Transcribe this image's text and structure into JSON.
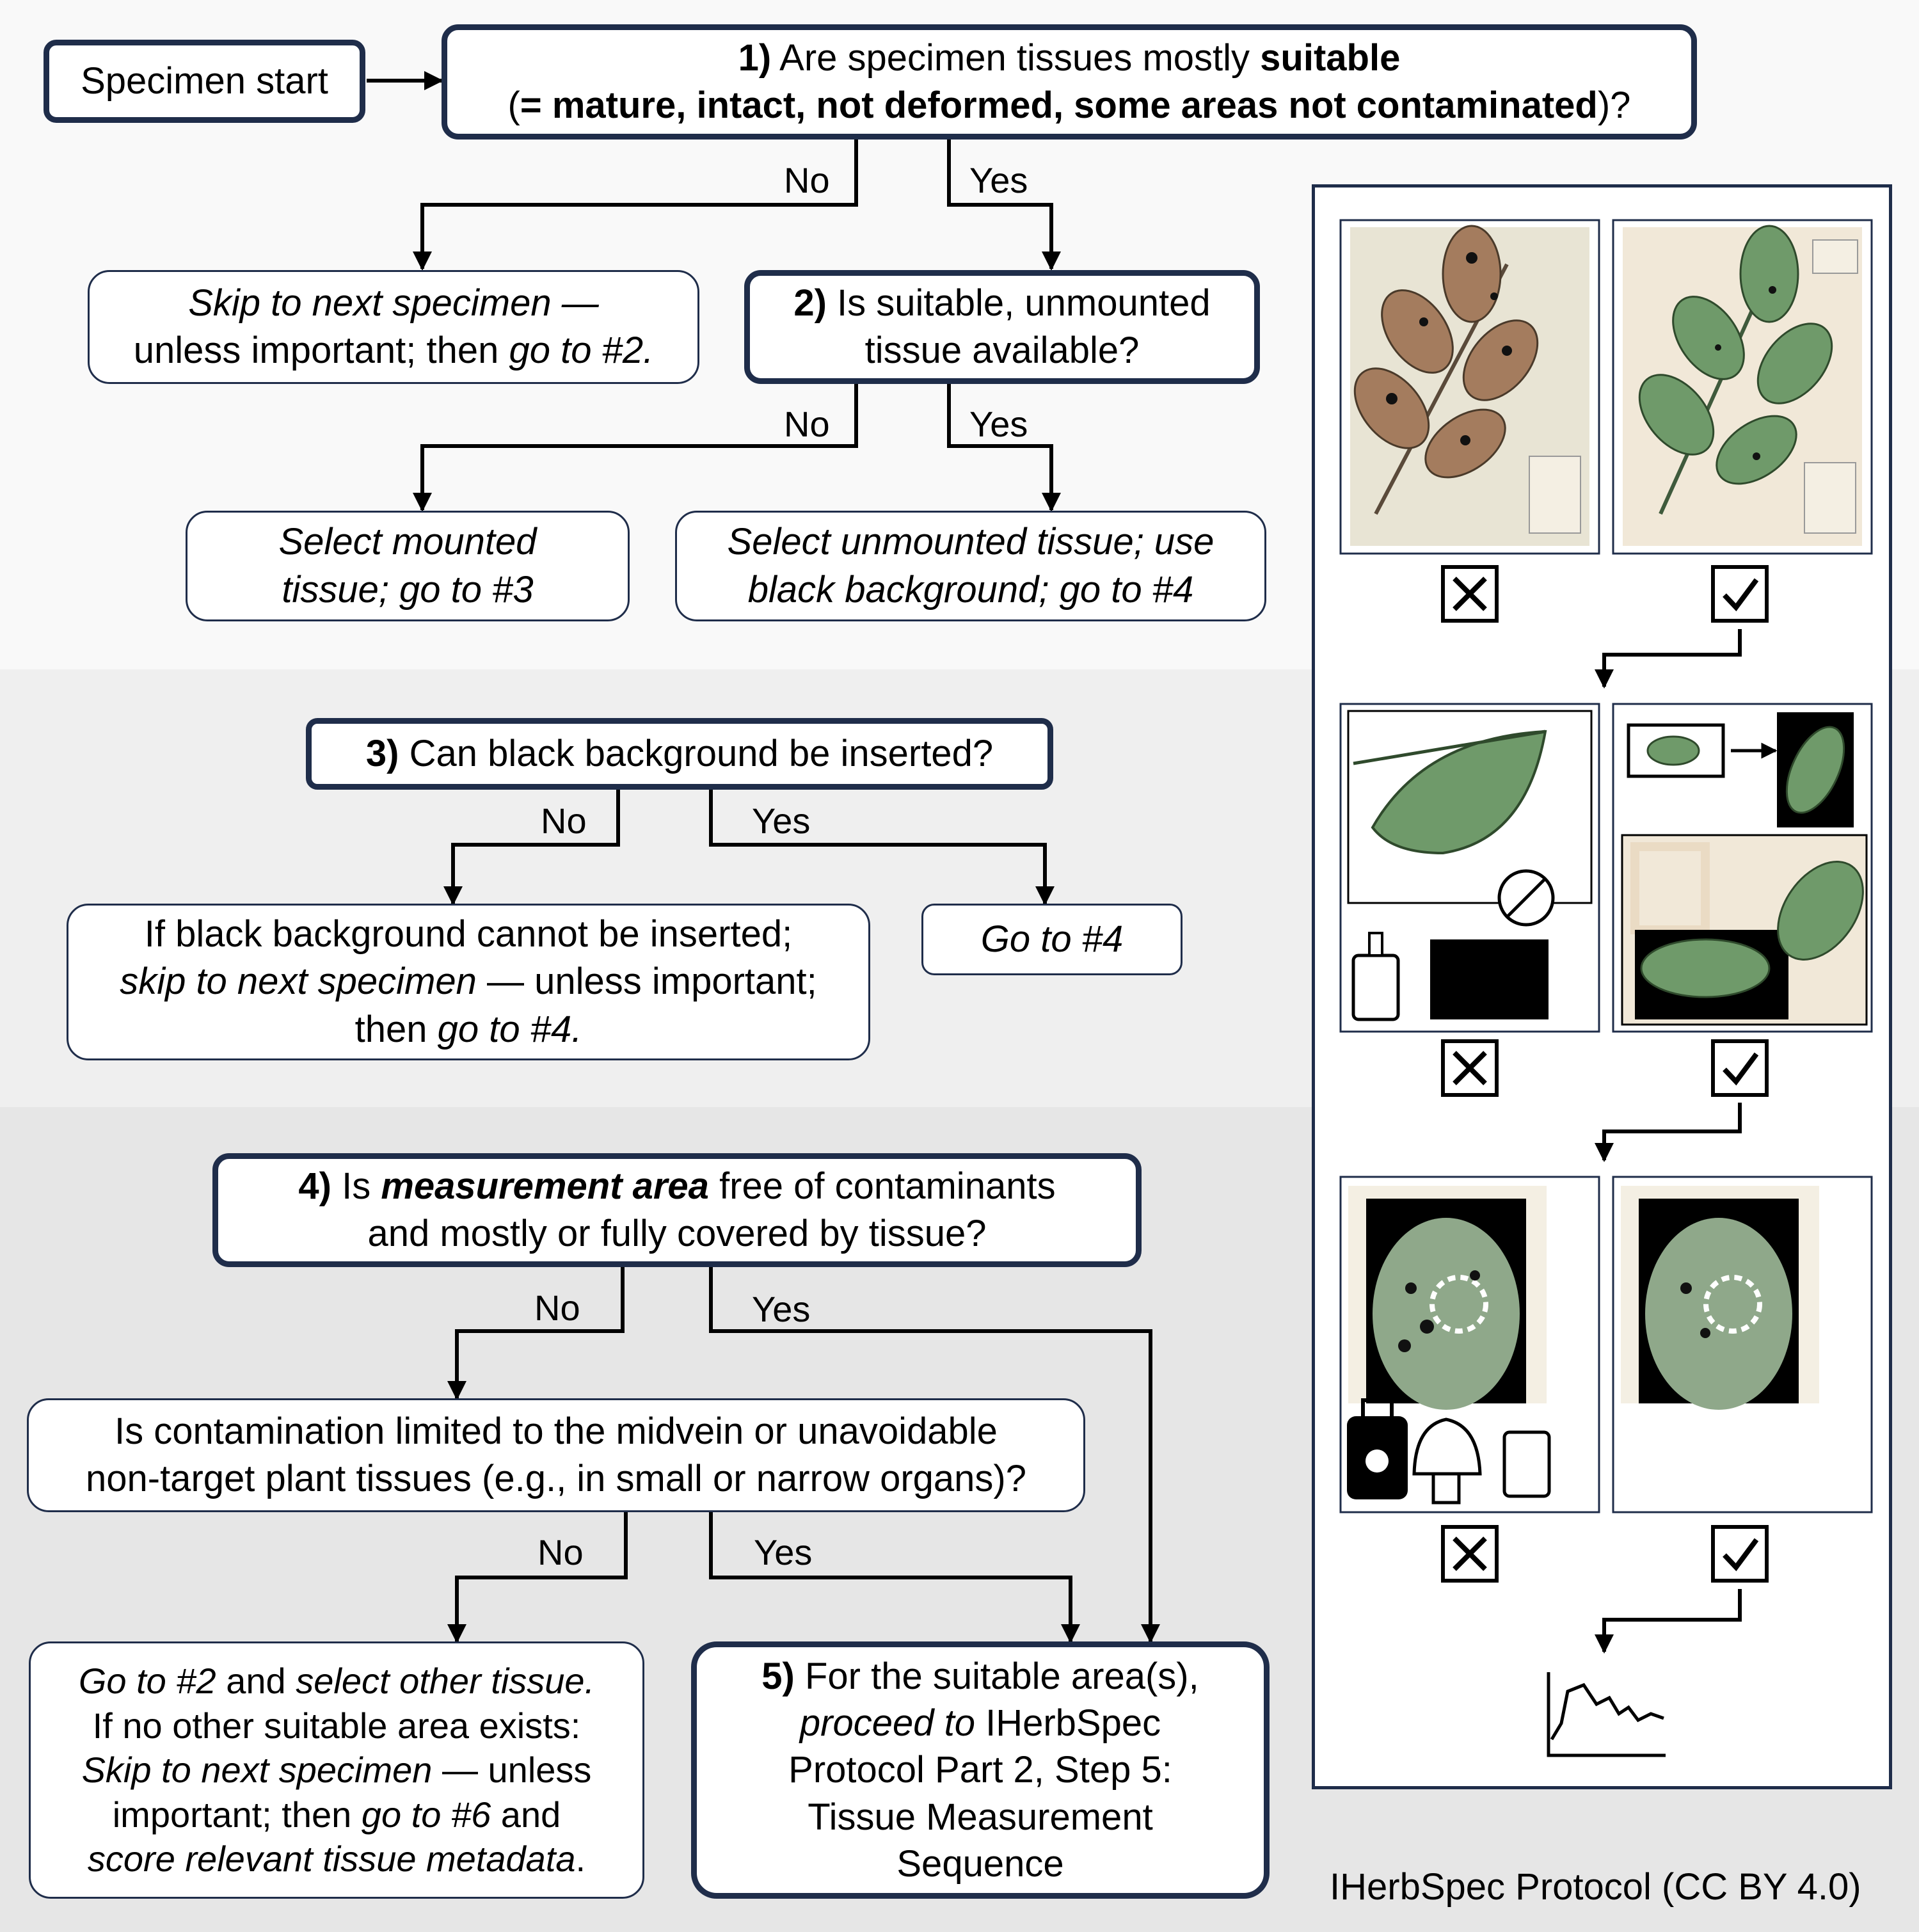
{
  "start": {
    "label": "Specimen start"
  },
  "q1": {
    "num": "1)",
    "text_a": " Are specimen tissues mostly ",
    "bold": "suitable",
    "line2_open": "(",
    "line2_bold": "= mature, intact, not deformed, some areas not contaminated",
    "line2_close": ")?"
  },
  "labels": {
    "no": "No",
    "yes": "Yes"
  },
  "skip1": {
    "italic1": "Skip to next specimen —",
    "plain": "unless important; then ",
    "italic2": "go to #2."
  },
  "q2": {
    "num": "2)",
    "line1": " Is suitable, unmounted",
    "line2": "tissue available?"
  },
  "mounted": {
    "line1": "Select mounted",
    "line2": "tissue; go to #3"
  },
  "unmounted": {
    "line1": "Select unmounted tissue; use",
    "line2": "black background; go to #4"
  },
  "q3": {
    "num": "3)",
    "text": " Can black background be inserted?"
  },
  "bgfail": {
    "line1": "If black background cannot be inserted;",
    "italic": "skip to next specimen",
    "plain": " — unless important;",
    "line3_plain": "then ",
    "line3_italic": "go to #4."
  },
  "goto4": {
    "text": "Go to #4"
  },
  "q4": {
    "num": "4)",
    "is": " Is ",
    "bolditalic": "measurement area",
    "rest": " free of contaminants",
    "line2": "and mostly or fully covered by tissue?"
  },
  "contam": {
    "line1": "Is contamination limited to the midvein or unavoidable",
    "line2": "non-target plant tissues (e.g., in small or narrow organs)?"
  },
  "goto2": {
    "l1_italic1": "Go to #2",
    "l1_plain": " and ",
    "l1_italic2": "select other tissue.",
    "l2": "If no other suitable area exists:",
    "l3_italic": "Skip to next specimen",
    "l3_plain": " — unless",
    "l4_plain1": "important; then ",
    "l4_italic": "go to #6",
    "l4_plain2": " and",
    "l5_italic": "score relevant tissue metadata",
    "l5_plain": "."
  },
  "q5": {
    "num": "5)",
    "l1": " For the suitable area(s),",
    "l2_italic": "proceed to",
    "l2_plain": " IHerbSpec",
    "l3": "Protocol Part 2, Step 5:",
    "l4": "Tissue Measurement",
    "l5": "Sequence"
  },
  "credit": "IHerbSpec Protocol (CC BY 4.0)",
  "colors": {
    "box_border": "#1f2d4a",
    "leaf_green": "#6f9a6a",
    "leaf_brown": "#a47c5e",
    "paper": "#f1e8d8"
  },
  "icons": [
    "x-box-icon",
    "check-box-icon",
    "glue-bottle-icon",
    "no-adhesive-icon",
    "poison-icon",
    "mushroom-icon",
    "spectrum-icon"
  ]
}
